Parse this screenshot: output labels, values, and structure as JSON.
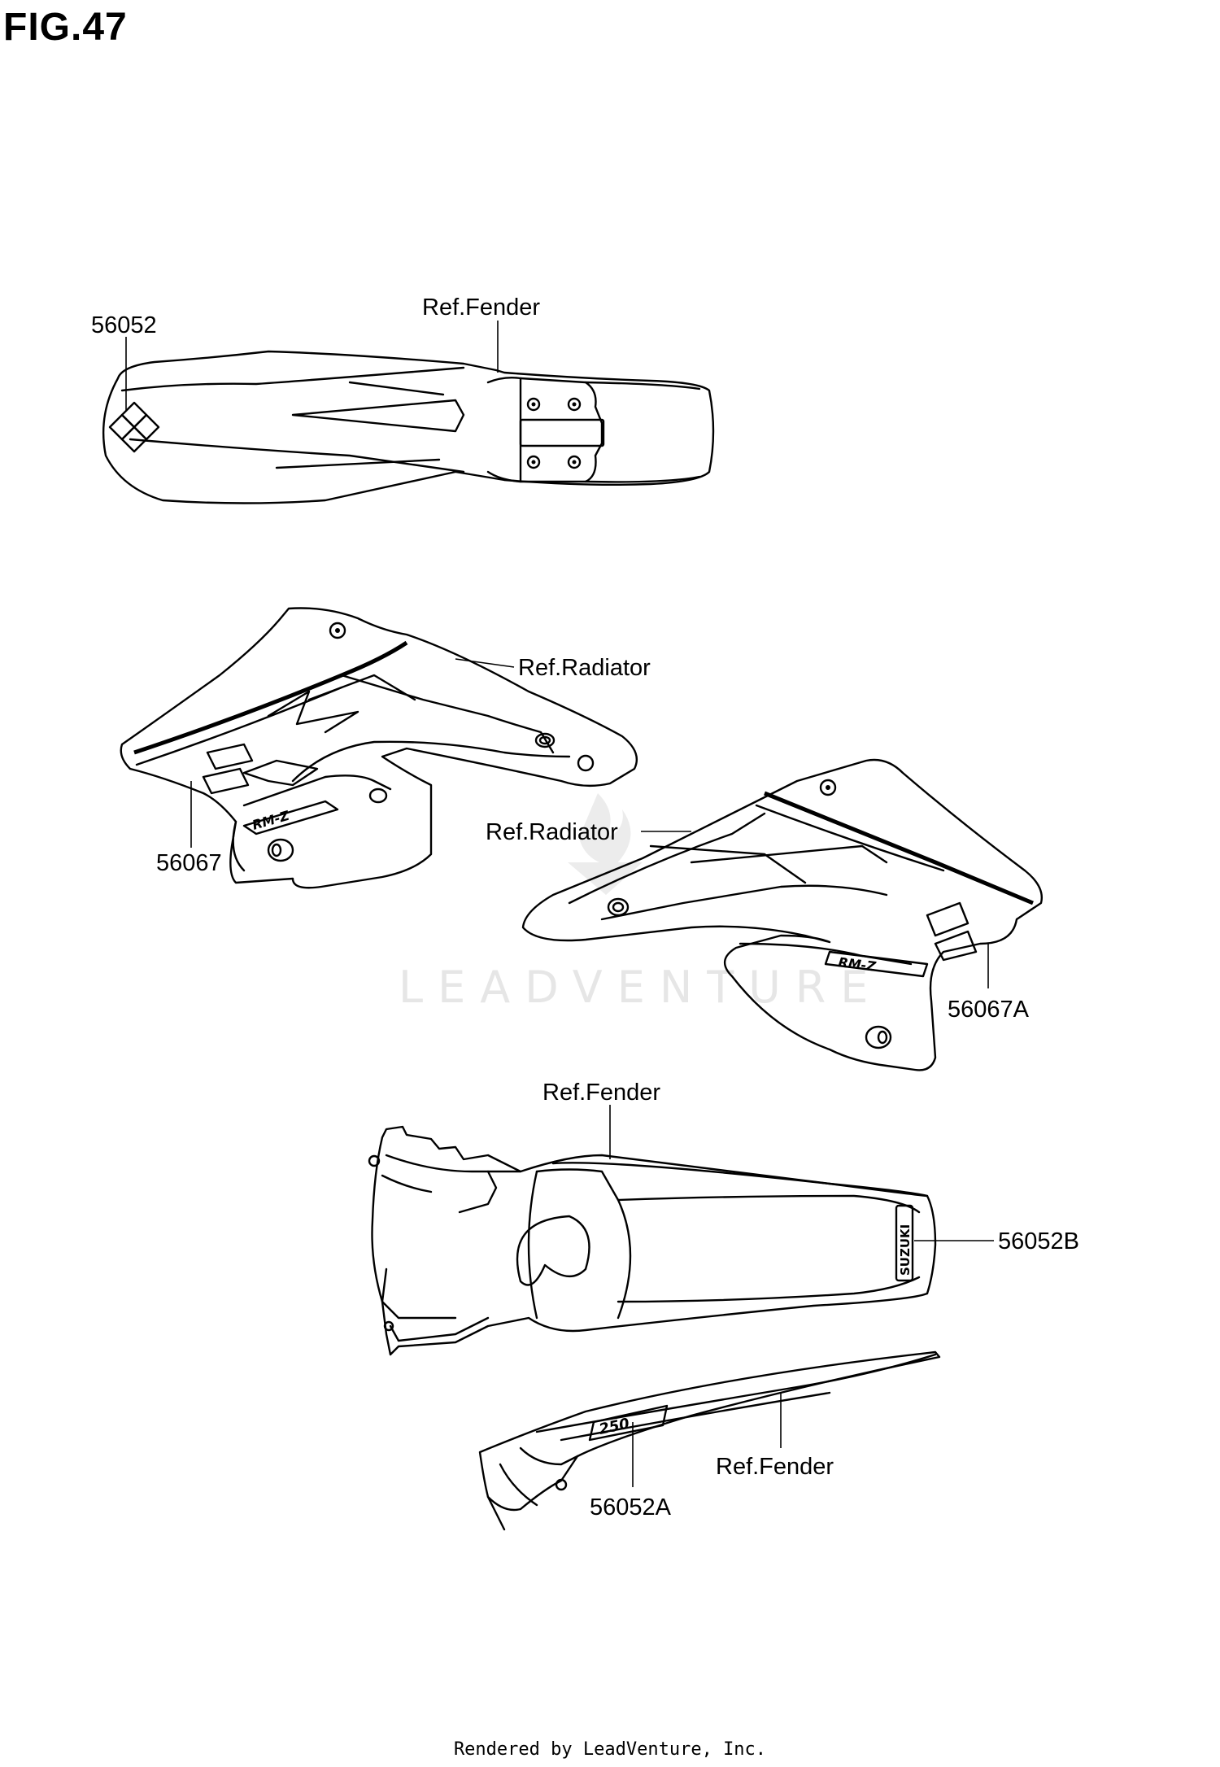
{
  "figure_title": "FIG.47",
  "callouts": [
    {
      "id": "front-fender-ref",
      "text": "Ref.Fender"
    },
    {
      "id": "part-56052",
      "text": "56052"
    },
    {
      "id": "left-shroud-ref",
      "text": "Ref.Radiator"
    },
    {
      "id": "part-56067",
      "text": "56067"
    },
    {
      "id": "right-shroud-ref",
      "text": "Ref.Radiator"
    },
    {
      "id": "part-56067A",
      "text": "56067A"
    },
    {
      "id": "rear-fender-ref",
      "text": "Ref.Fender"
    },
    {
      "id": "part-56052B",
      "text": "56052B"
    },
    {
      "id": "side-fender-ref",
      "text": "Ref.Fender"
    },
    {
      "id": "part-56052A",
      "text": "56052A"
    }
  ],
  "decal_text": {
    "suzuki": "SUZUKI",
    "rmz": "RM-Z",
    "250": "250"
  },
  "watermark": "LEADVENTURE",
  "footer": "Rendered by LeadVenture, Inc."
}
